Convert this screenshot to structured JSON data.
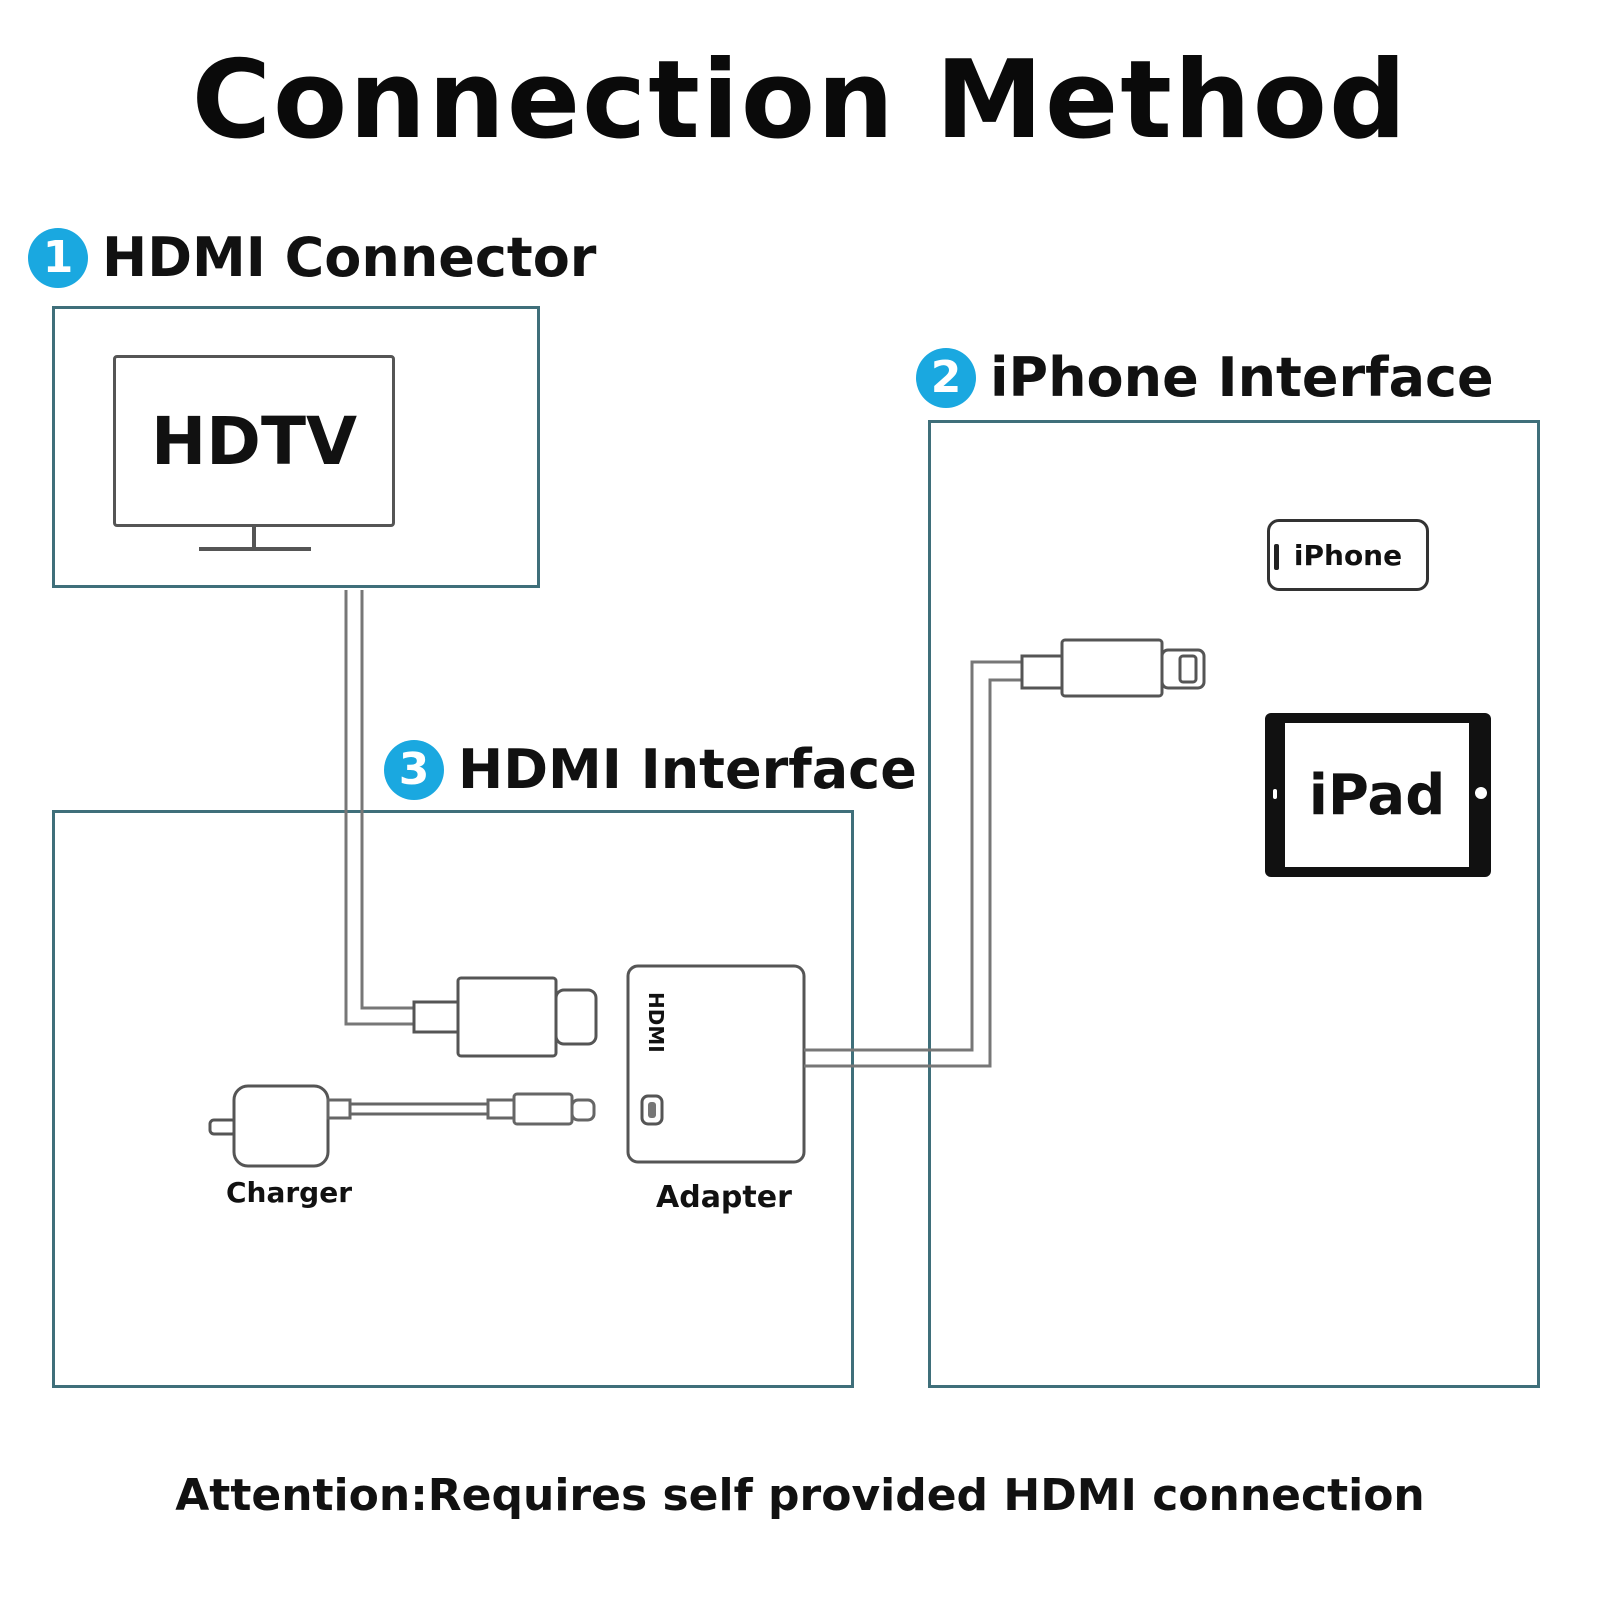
{
  "title": "Connection Method",
  "steps": [
    {
      "number": "1",
      "label": "HDMI Connector"
    },
    {
      "number": "2",
      "label": "iPhone Interface"
    },
    {
      "number": "3",
      "label": "HDMI Interface"
    }
  ],
  "devices": {
    "tv": "HDTV",
    "iphone": "iPhone",
    "ipad": "iPad",
    "charger": "Charger",
    "adapter": "Adapter",
    "adapter_port": "HDMI"
  },
  "footer": "Attention:Requires self provided HDMI connection",
  "colors": {
    "badge": "#1aa8e0",
    "panel_border": "#3f6f7a",
    "text": "#111111"
  }
}
